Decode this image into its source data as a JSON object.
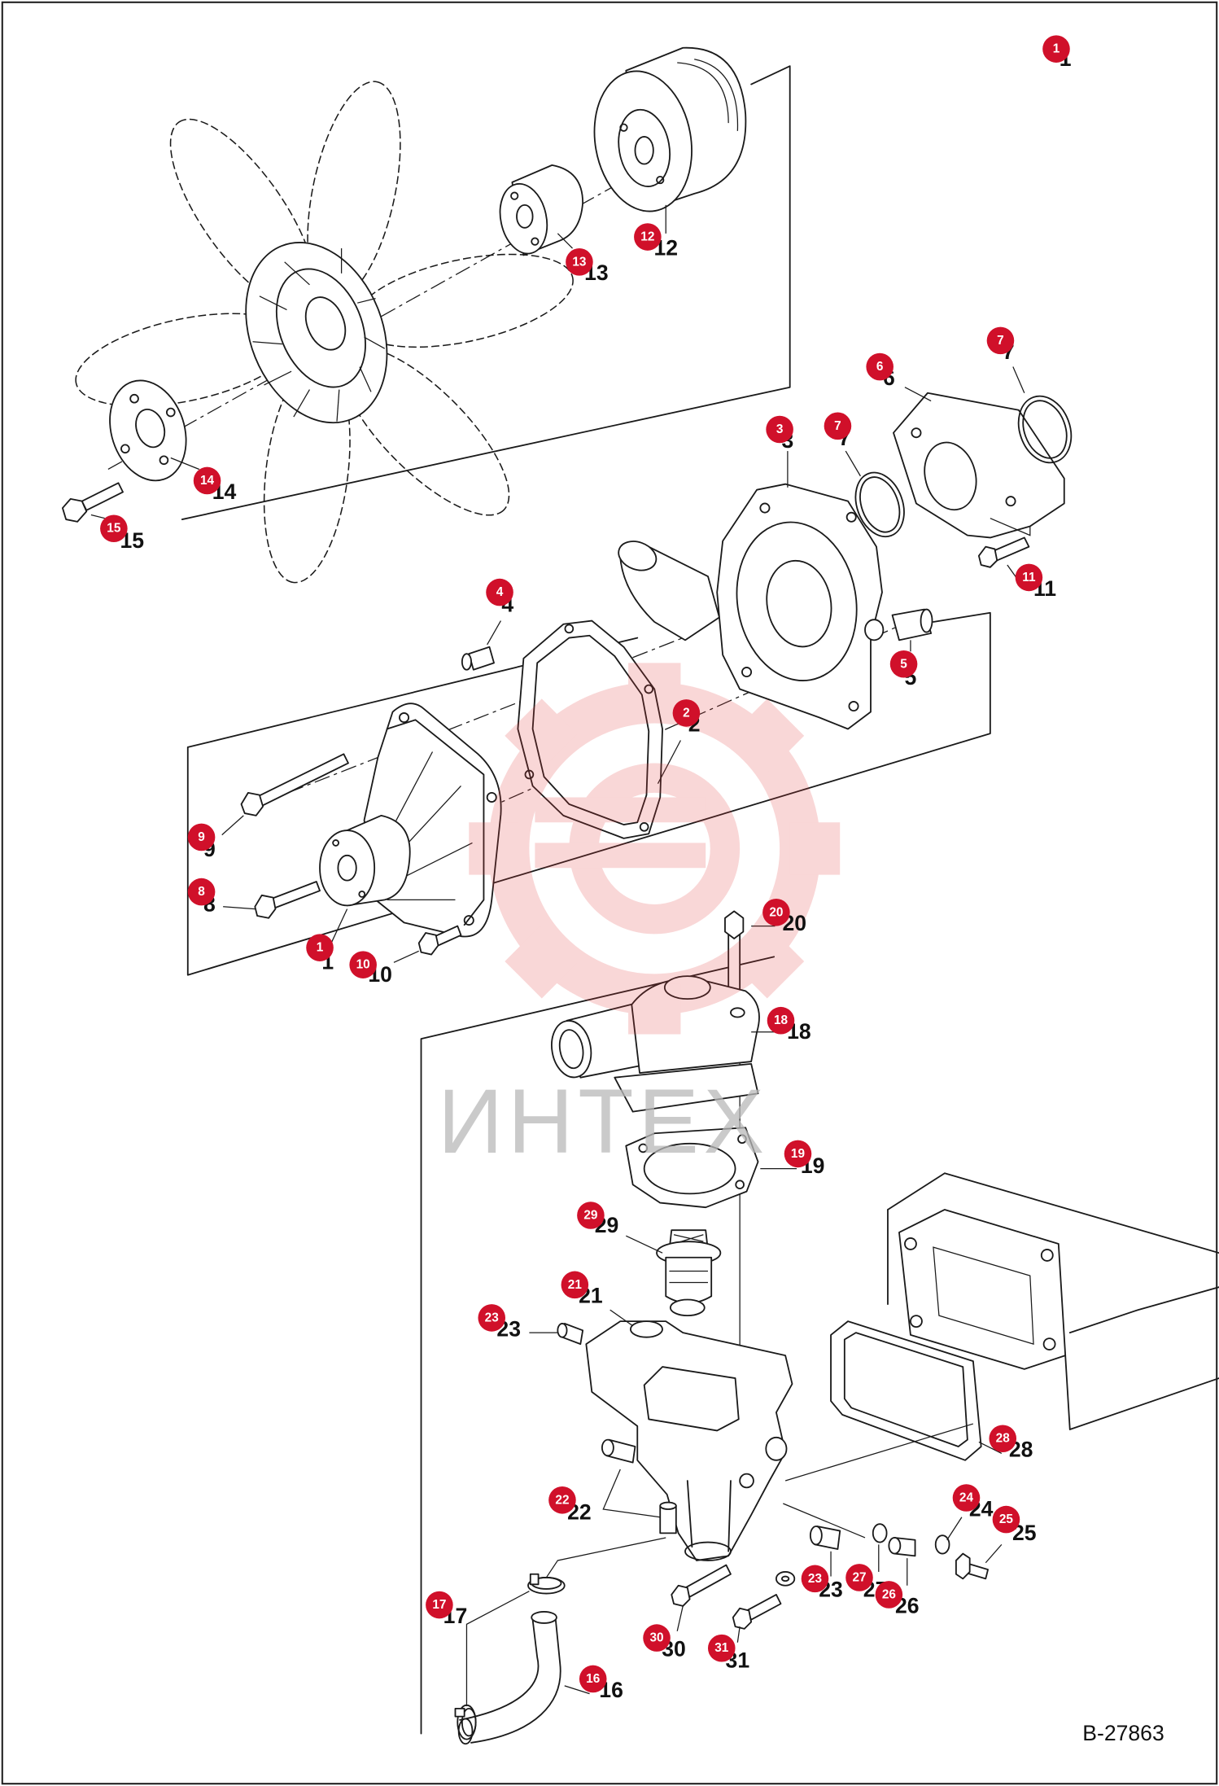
{
  "diagram": {
    "reference": "B-27863",
    "watermark": "ИНТЕХ",
    "colors": {
      "callout": "#d0102a",
      "line": "#1a1a1a",
      "watermark_logo": "#e23b3b",
      "watermark_text": "#b9b9b9"
    },
    "callouts": [
      {
        "number": "1"
      },
      {
        "number": "12"
      },
      {
        "number": "13"
      },
      {
        "number": "14"
      },
      {
        "number": "15"
      },
      {
        "number": "7"
      },
      {
        "number": "6"
      },
      {
        "number": "3"
      },
      {
        "number": "7"
      },
      {
        "number": "4"
      },
      {
        "number": "11"
      },
      {
        "number": "5"
      },
      {
        "number": "2"
      },
      {
        "number": "9"
      },
      {
        "number": "8"
      },
      {
        "number": "1"
      },
      {
        "number": "10"
      },
      {
        "number": "20"
      },
      {
        "number": "18"
      },
      {
        "number": "19"
      },
      {
        "number": "29"
      },
      {
        "number": "21"
      },
      {
        "number": "23"
      },
      {
        "number": "22"
      },
      {
        "number": "28"
      },
      {
        "number": "24"
      },
      {
        "number": "25"
      },
      {
        "number": "23"
      },
      {
        "number": "27"
      },
      {
        "number": "26"
      },
      {
        "number": "17"
      },
      {
        "number": "30"
      },
      {
        "number": "31"
      },
      {
        "number": "16"
      }
    ]
  }
}
